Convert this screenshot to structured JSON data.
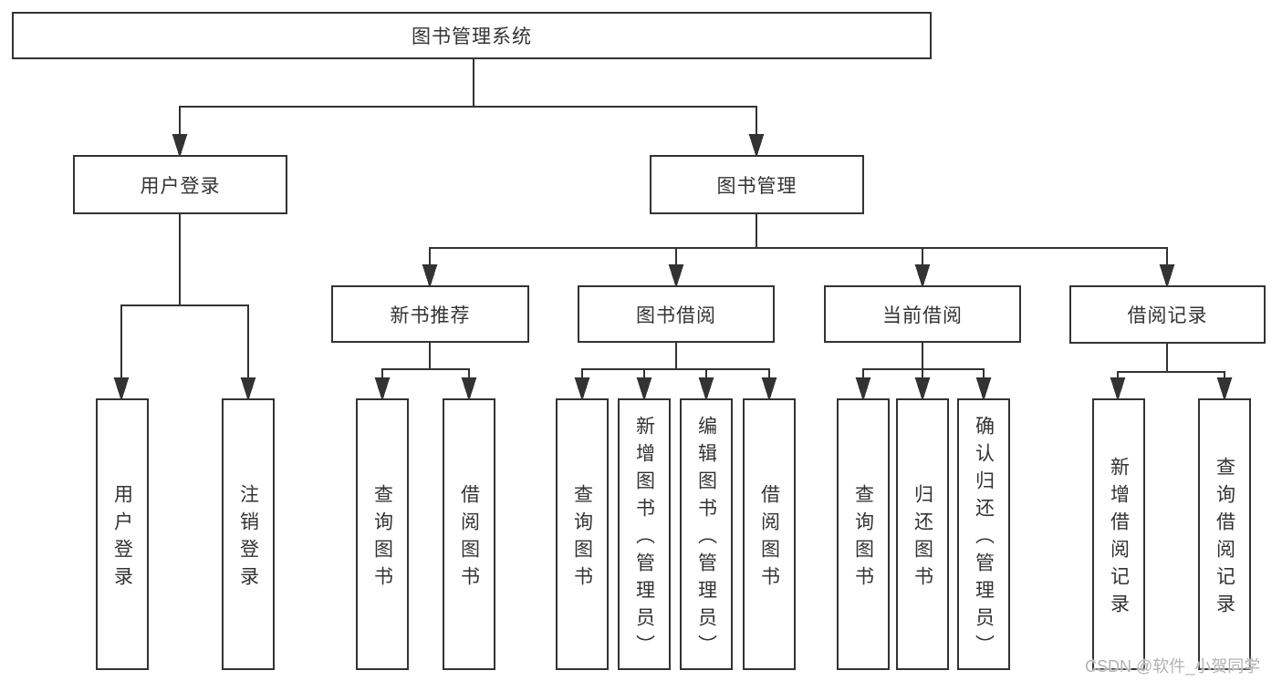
{
  "diagram": {
    "type": "hierarchy",
    "root": {
      "label": "图书管理系统"
    },
    "level2": [
      {
        "label": "用户登录"
      },
      {
        "label": "图书管理"
      }
    ],
    "level3": [
      {
        "label": "新书推荐",
        "parent": "图书管理"
      },
      {
        "label": "图书借阅",
        "parent": "图书管理"
      },
      {
        "label": "当前借阅",
        "parent": "图书管理"
      },
      {
        "label": "借阅记录",
        "parent": "图书管理"
      }
    ],
    "leaves": {
      "user_login": [
        "用户登录",
        "注销登录"
      ],
      "new_book_recommend": [
        "查询图书",
        "借阅图书"
      ],
      "book_borrow": [
        "查询图书",
        "新增图书（管理员）",
        "编辑图书（管理员）",
        "借阅图书"
      ],
      "current_borrow": [
        "查询图书",
        "归还图书",
        "确认归还（管理员）"
      ],
      "borrow_record": [
        "新增借阅记录",
        "查询借阅记录"
      ]
    }
  },
  "watermark": {
    "text": "CSDN @软件_小贺同学"
  },
  "colors": {
    "line": "#333333",
    "text": "#333333",
    "background": "#ffffff",
    "watermark": "#b3b3b3"
  }
}
